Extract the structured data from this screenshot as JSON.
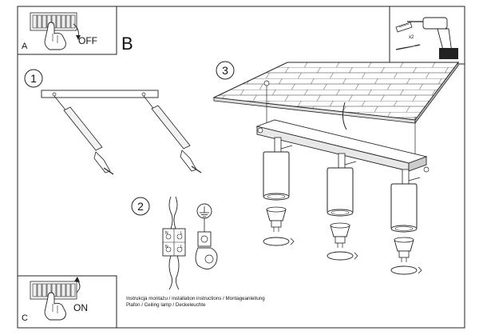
{
  "panels": {
    "a": {
      "letter": "A",
      "switch_text": "OFF",
      "switch_icon": "power-switch-icon"
    },
    "b": {
      "letter": "B"
    },
    "c": {
      "letter": "C",
      "switch_text": "ON",
      "switch_icon": "power-switch-icon"
    },
    "tools": {
      "multiplier": "x2",
      "icons": [
        "drill-icon",
        "wall-plug-icon",
        "screw-icon"
      ]
    }
  },
  "steps": [
    {
      "number": "1"
    },
    {
      "number": "2"
    },
    {
      "number": "3"
    }
  ],
  "connector": {
    "terminal_labels": [
      "N",
      "L",
      "N",
      "L"
    ],
    "ground_icon": "ground-symbol-icon"
  },
  "footer": {
    "line1": "Instrukcja montażu / installation instructions / Montageanleitung",
    "line2": "Plafon / Ceiling lamp / Deckeleuchte"
  },
  "colors": {
    "ink": "#1a1a1a",
    "paper": "#ffffff",
    "shade": "#cfcfcf"
  }
}
